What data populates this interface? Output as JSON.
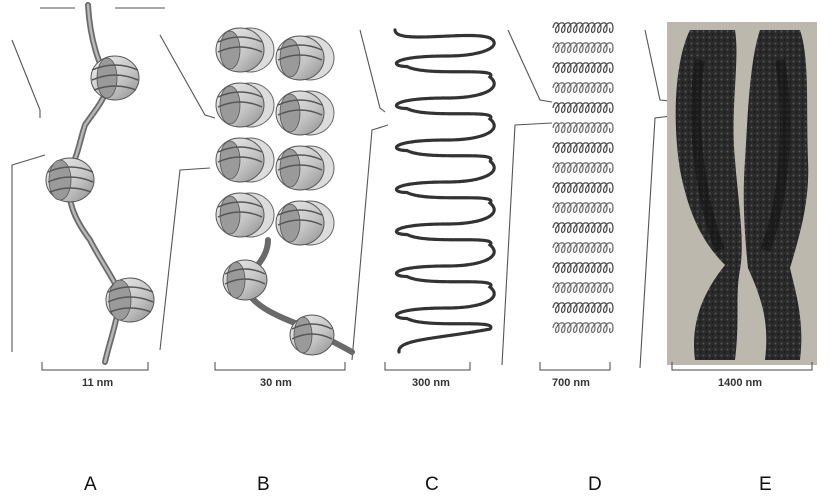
{
  "panels": [
    {
      "letter": "A",
      "scale": "11 nm",
      "structure": "nucleosome-string"
    },
    {
      "letter": "B",
      "scale": "30 nm",
      "structure": "solenoid-fiber"
    },
    {
      "letter": "C",
      "scale": "300 nm",
      "structure": "looped-fiber"
    },
    {
      "letter": "D",
      "scale": "700 nm",
      "structure": "coiled-loops"
    },
    {
      "letter": "E",
      "scale": "1400 nm",
      "structure": "metaphase-chromosome"
    }
  ],
  "colors": {
    "line": "#444444",
    "nucleosome_fill": "#d0d0d0",
    "nucleosome_dark": "#8a8a8a",
    "chromosome_bg": "#b8b3a8",
    "chromatin": "#2a2a2a"
  }
}
